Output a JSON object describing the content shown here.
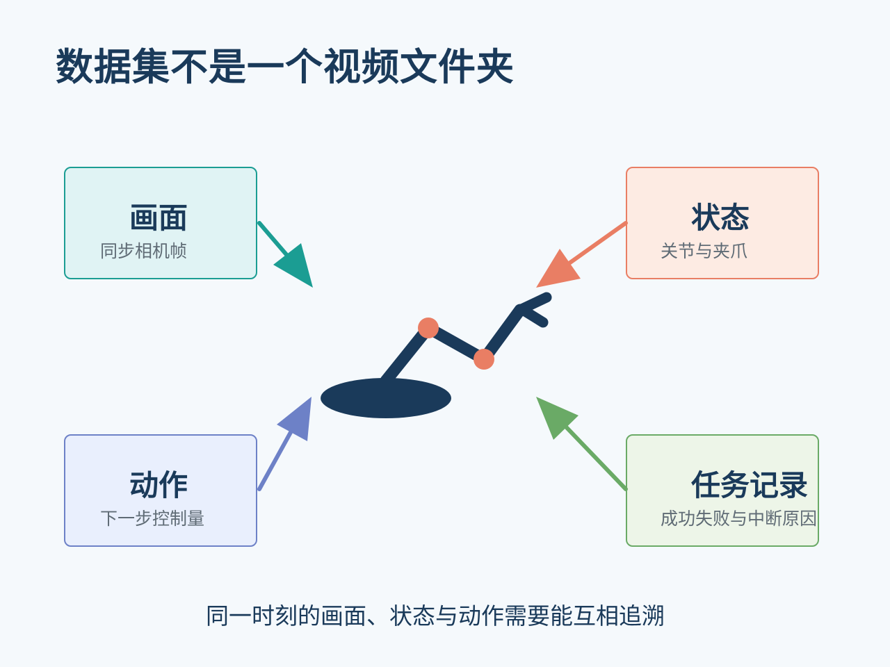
{
  "title": "数据集不是一个视频文件夹",
  "cards": {
    "frames": {
      "title": "画面",
      "subtitle": "同步相机帧",
      "color": "#1b9d93"
    },
    "state": {
      "title": "状态",
      "subtitle": "关节与夹爪",
      "color": "#e97e64"
    },
    "action": {
      "title": "动作",
      "subtitle": "下一步控制量",
      "color": "#6d81c7"
    },
    "log": {
      "title": "任务记录",
      "subtitle": "成功失败与中断原因",
      "color": "#6aaa66"
    }
  },
  "center_icon": "robot-arm-icon",
  "caption": "同一时刻的画面、状态与动作需要能互相追溯"
}
